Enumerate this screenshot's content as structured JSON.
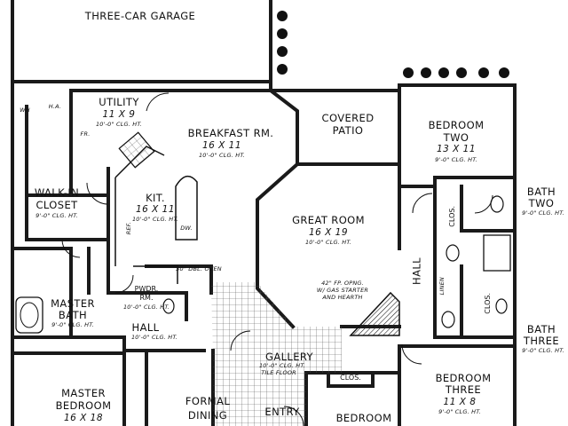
{
  "rooms": {
    "garage": {
      "name": "THREE-CAR GARAGE"
    },
    "utility": {
      "name": "UTILITY",
      "size": "11 X 9",
      "ceiling": "10'-0\" CLG. HT."
    },
    "breakfast": {
      "name": "BREAKFAST RM.",
      "size": "16 X 11",
      "ceiling": "10'-0\" CLG. HT."
    },
    "patio": {
      "name_line1": "COVERED",
      "name_line2": "PATIO"
    },
    "bedroom_two": {
      "name_line1": "BEDROOM",
      "name_line2": "TWO",
      "size": "13 X 11",
      "ceiling": "9'-0\" CLG. HT."
    },
    "walkin": {
      "name_line1": "WALK-IN",
      "name_line2": "CLOSET",
      "ceiling": "9'-0\" CLG. HT."
    },
    "kitchen": {
      "name": "KIT.",
      "size": "16 X 11",
      "ceiling": "10'-0\" CLG. HT."
    },
    "great_room": {
      "name": "GREAT ROOM",
      "size": "16 X 19",
      "ceiling": "10'-0\" CLG. HT.",
      "note_line1": "42\" FP. OPNG.",
      "note_line2": "W/ GAS STARTER",
      "note_line3": "AND HEARTH"
    },
    "hall_right": {
      "name": "HALL"
    },
    "bath_two": {
      "name": "BATH",
      "name2": "TWO",
      "ceiling": "9'-0\" CLG. HT."
    },
    "master_bath": {
      "name": "MASTER",
      "name2": "BATH",
      "ceiling": "9'-0\" CLG. HT."
    },
    "powder": {
      "name": "PWDR.",
      "name2": "RM.",
      "ceiling": "10'-0\" CLG. HT."
    },
    "hall_center": {
      "name": "HALL",
      "ceiling": "10'-0\" CLG. HT."
    },
    "gallery": {
      "name": "GALLERY",
      "ceiling": "10'-0\" CLG. HT.",
      "floor": "TILE FLOOR"
    },
    "bath_three": {
      "name": "BATH",
      "name2": "THREE",
      "ceiling": "9'-0\" CLG. HT."
    },
    "bedroom_three": {
      "name": "BEDROOM",
      "name2": "THREE",
      "size": "11 X 8",
      "ceiling": "9'-0\" CLG. HT."
    },
    "master_bedroom": {
      "name": "MASTER",
      "name2": "BEDROOM",
      "size": "16 X 18"
    },
    "formal_dining": {
      "name": "FORMAL",
      "name2": "DINING"
    },
    "entry": {
      "name": "ENTRY"
    },
    "bedroom_front": {
      "name": "BEDROOM"
    }
  },
  "fixtures": {
    "closet_top": "CLOS.",
    "closet_bath2": "CLOS.",
    "closet_bath3": "CLOS.",
    "linen": "LINEN",
    "oven": "30\" DBL. OVEN",
    "ref": "REF.",
    "dw": "DW.",
    "wh": "WH",
    "ha": "H.A.",
    "fr": "FR."
  },
  "colors": {
    "ink": "#111111",
    "wall": "#1a1a1a",
    "tile": "#555555"
  }
}
